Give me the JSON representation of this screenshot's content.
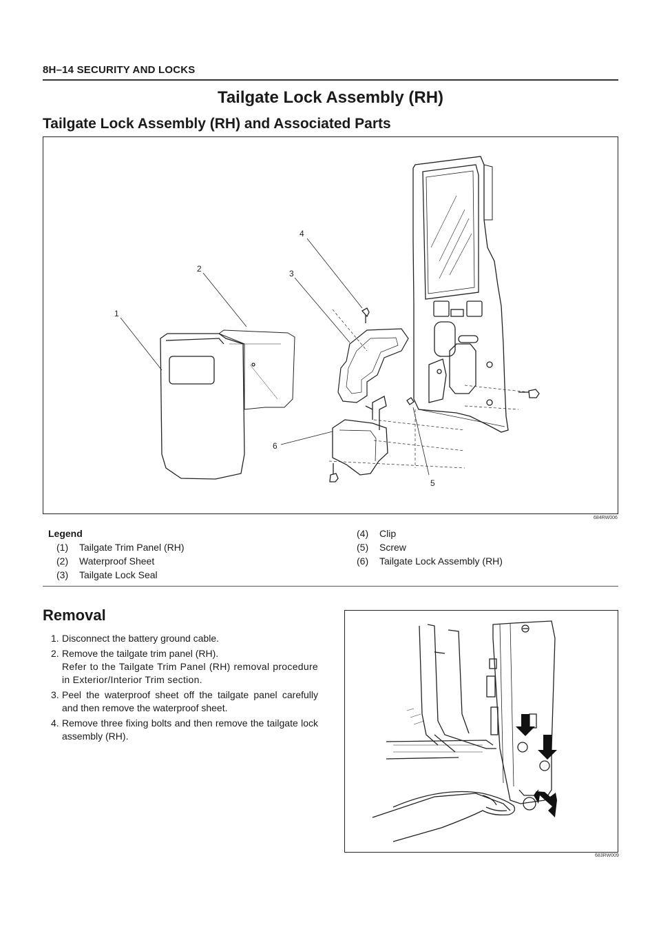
{
  "header": {
    "text": "8H–14  SECURITY AND LOCKS"
  },
  "title": "Tailgate Lock Assembly (RH)",
  "subtitle": "Tailgate Lock Assembly (RH) and Associated Parts",
  "figure1": {
    "code": "684RW006",
    "callouts": [
      "1",
      "2",
      "3",
      "4",
      "5",
      "6"
    ]
  },
  "legend": {
    "title": "Legend",
    "left": [
      {
        "num": "(1)",
        "label": "Tailgate Trim Panel (RH)"
      },
      {
        "num": "(2)",
        "label": "Waterproof Sheet"
      },
      {
        "num": "(3)",
        "label": "Tailgate Lock Seal"
      }
    ],
    "right": [
      {
        "num": "(4)",
        "label": "Clip"
      },
      {
        "num": "(5)",
        "label": "Screw"
      },
      {
        "num": "(6)",
        "label": "Tailgate Lock Assembly (RH)"
      }
    ]
  },
  "removal": {
    "heading": "Removal",
    "steps": [
      {
        "num": "1.",
        "text": "Disconnect the battery ground cable."
      },
      {
        "num": "2.",
        "text": "Remove the tailgate trim panel (RH).",
        "note": "Refer to the Tailgate Trim Panel (RH) removal procedure in Exterior/Interior Trim section."
      },
      {
        "num": "3.",
        "text": "Peel the waterproof sheet off the tailgate panel carefully and then remove the waterproof sheet."
      },
      {
        "num": "4.",
        "text": "Remove three fixing bolts and then remove the tailgate lock assembly (RH)."
      }
    ]
  },
  "figure2": {
    "code": "683RW009"
  }
}
